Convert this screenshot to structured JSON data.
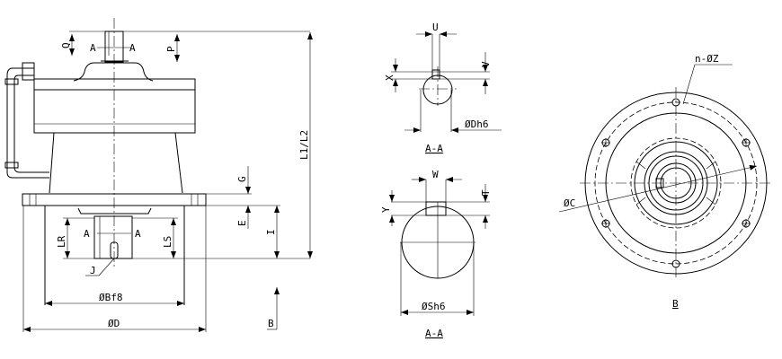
{
  "main_view": {
    "section_marks": [
      "A",
      "A",
      "A",
      "A"
    ],
    "dimensions": {
      "q": "Q",
      "p": "P",
      "l1_l2": "L1/L2",
      "g": "G",
      "e": "E",
      "i": "I",
      "lr": "LR",
      "ls": "LS",
      "j": "J",
      "bf8": "ØBf8",
      "d": "ØD",
      "b": "B"
    }
  },
  "section_small": {
    "title": "A-A",
    "dimensions": {
      "u": "U",
      "v": "V",
      "x": "X",
      "dh6": "ØDh6"
    }
  },
  "section_large": {
    "title": "A-A",
    "dimensions": {
      "w": "W",
      "t": "T",
      "y": "Y",
      "sh6": "ØSh6"
    }
  },
  "view_b": {
    "title": "B",
    "dimensions": {
      "c": "ØC",
      "nz": "n-ØZ"
    },
    "bolt_holes": 6
  }
}
